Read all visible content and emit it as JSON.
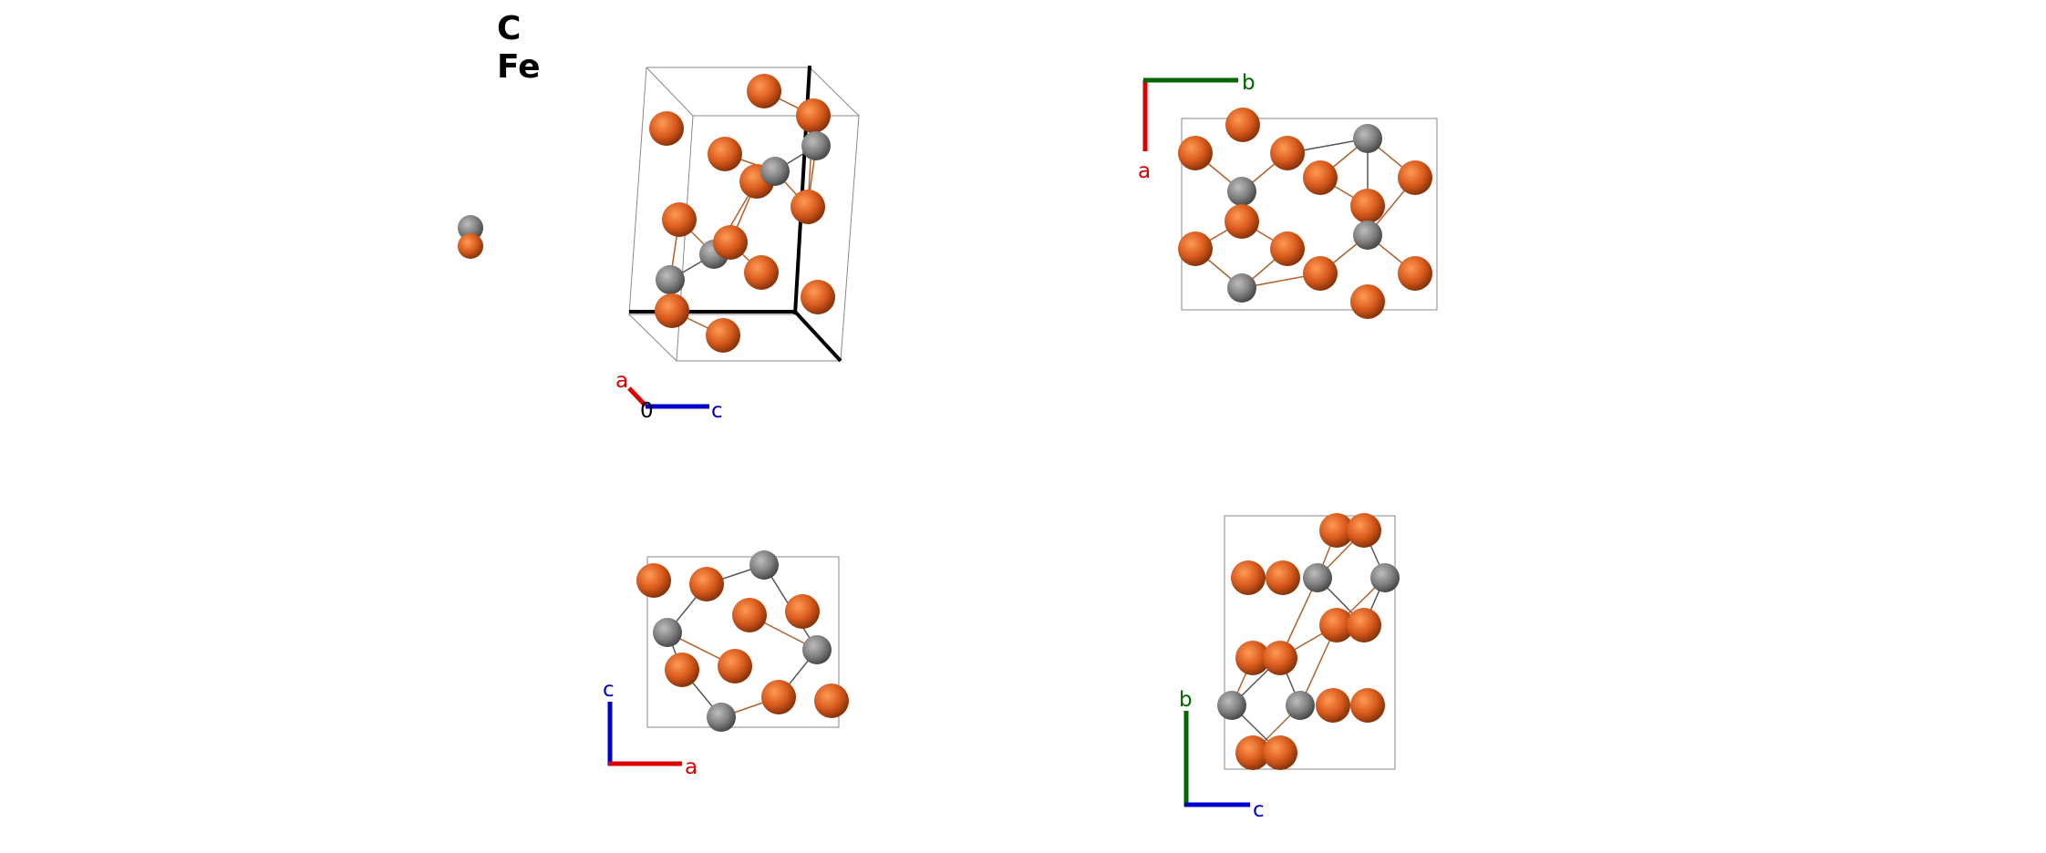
{
  "legend": {
    "elements": [
      {
        "symbol": "C",
        "color": "#808080"
      },
      {
        "symbol": "Fe",
        "color": "#e0641e"
      }
    ]
  },
  "colors": {
    "carbon": "#808080",
    "iron": "#e0641e",
    "bond_fe": "#b0602a",
    "bond_c": "#555555",
    "cell_edge": "#888888",
    "axis_a": "#dd0000",
    "axis_b": "#006600",
    "axis_c": "#0000cc"
  },
  "views": [
    {
      "id": "perspective",
      "axes": {
        "a": "a",
        "c": "c",
        "origin": "0"
      }
    },
    {
      "id": "view-ab",
      "axes": {
        "vertical": "a",
        "horizontal": "b"
      }
    },
    {
      "id": "view-ca",
      "axes": {
        "vertical": "c",
        "horizontal": "a"
      }
    },
    {
      "id": "view-bc",
      "axes": {
        "vertical": "b",
        "horizontal": "c"
      }
    }
  ]
}
